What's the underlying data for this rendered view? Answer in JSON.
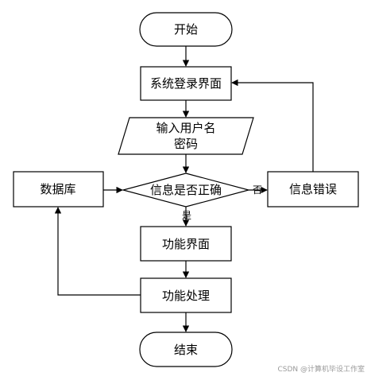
{
  "diagram": {
    "nodes": {
      "start": "开始",
      "login": "系统登录界面",
      "input_line1": "输入用户名",
      "input_line2": "密码",
      "decision": "信息是否正确",
      "database": "数据库",
      "error": "信息错误",
      "function_ui": "功能界面",
      "function_process": "功能处理",
      "end": "结束"
    },
    "edge_labels": {
      "no": "否",
      "yes": "是"
    }
  },
  "watermark": "CSDN @计算机毕设工作室"
}
